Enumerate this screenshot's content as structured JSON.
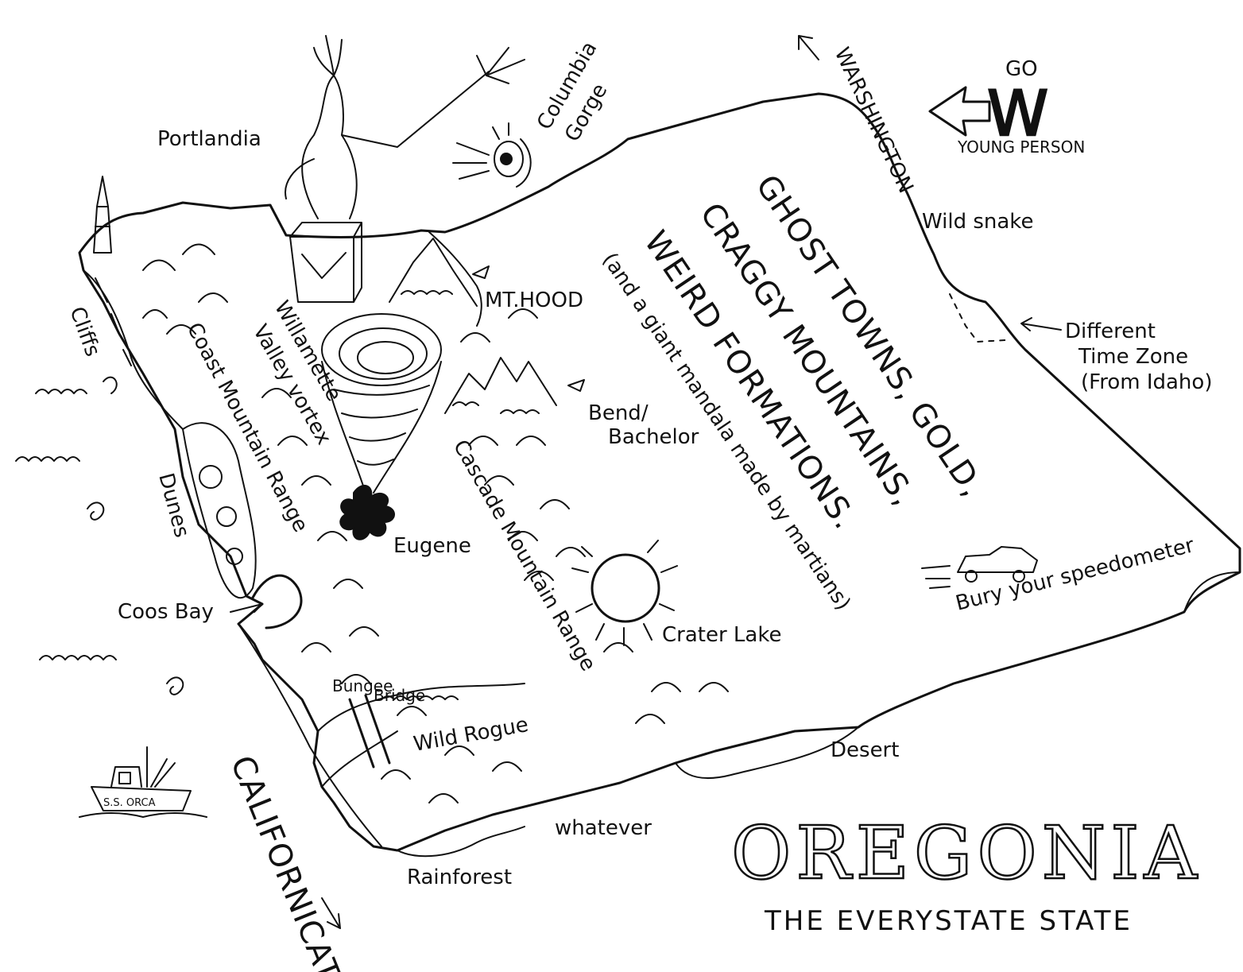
{
  "map": {
    "title": "OREGONIA",
    "subtitle": "THE EVERYSTATE STATE",
    "compass": {
      "top": "GO",
      "letter": "W",
      "bottom": "YOUNG PERSON"
    },
    "headline": {
      "line1": "GHOST TOWNS, GOLD,",
      "line2": "CRAGGY MOUNTAINS,",
      "line3": "WEIRD FORMATIONS.",
      "aside": "(and a giant mandala made by martians)"
    },
    "labels": {
      "portlandia": "Portlandia",
      "columbia_gorge_1": "Columbia",
      "columbia_gorge_2": "Gorge",
      "washington": "WARSHINGTON",
      "wild_snake": "Wild snake",
      "different_time_zone_1": "Different",
      "different_time_zone_2": "Time Zone",
      "different_time_zone_3": "(From Idaho)",
      "mt_hood": "MT.HOOD",
      "cliffs": "Cliffs",
      "coast_range": "Coast Mountain Range",
      "willamette_1": "Willamette",
      "willamette_2": "Valley vortex",
      "bend_1": "Bend/",
      "bend_2": "Bachelor",
      "eugene": "Eugene",
      "dunes": "Dunes",
      "cascade_range": "Cascade Mountain Range",
      "crater_lake": "Crater Lake",
      "bury_speedometer": "Bury your speedometer",
      "coos_bay": "Coos Bay",
      "bungee_1": "Bungee",
      "bungee_2": "Bridge",
      "wild_rogue": "Wild Rogue",
      "desert": "Desert",
      "whatever": "whatever",
      "rainforest": "Rainforest",
      "californicate": "CALIFORNICATE",
      "boat_name": "S.S. ORCA"
    }
  }
}
